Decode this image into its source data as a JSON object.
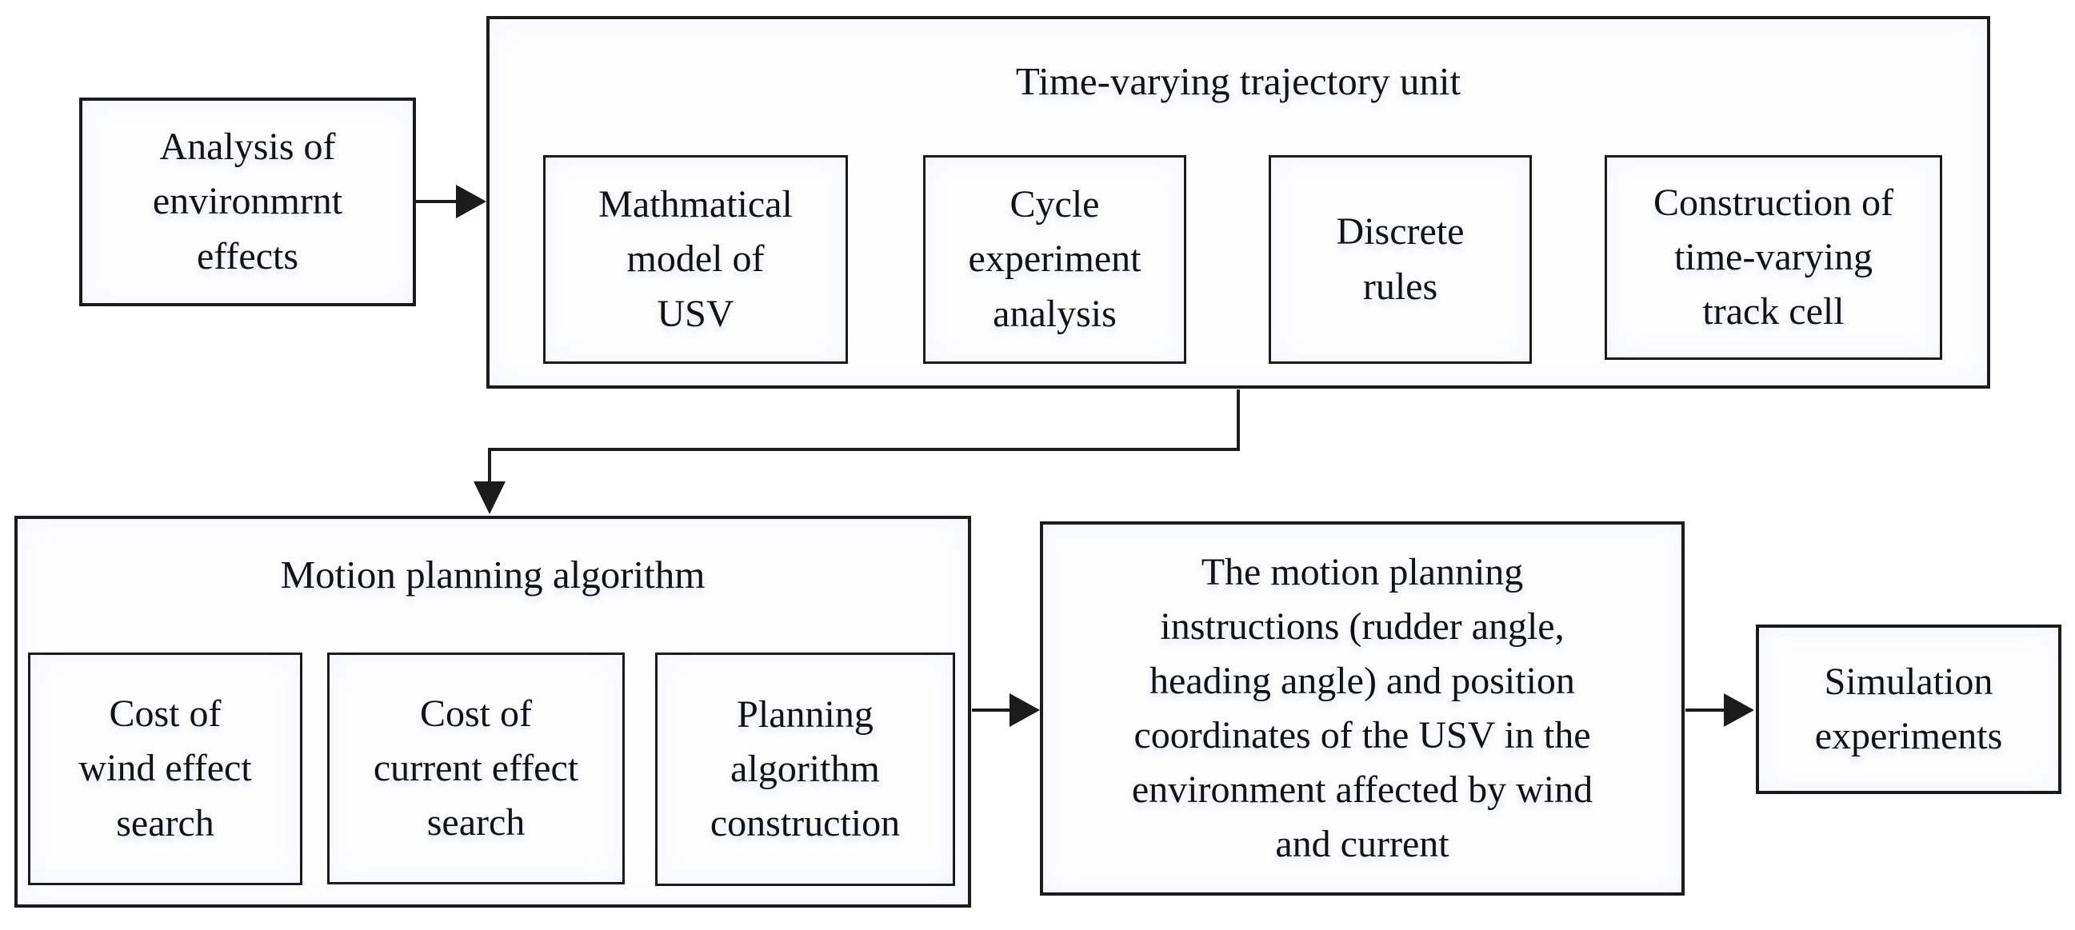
{
  "diagram": {
    "type": "flowchart",
    "colors": {
      "background": "#ffffff",
      "box_fill": "#fefeff",
      "border": "#1b1b1b",
      "text": "#121212"
    },
    "boxes": {
      "analysis": {
        "text": "Analysis of\nenvironmrnt\neffects"
      },
      "trajectory_unit": {
        "title": "Time-varying trajectory unit",
        "children": [
          {
            "text": "Mathmatical\nmodel of\nUSV"
          },
          {
            "text": "Cycle\nexperiment\nanalysis"
          },
          {
            "text": "Discrete\nrules"
          },
          {
            "text": "Construction of\ntime-varying\ntrack cell"
          }
        ]
      },
      "motion_planning": {
        "title": "Motion planning algorithm",
        "children": [
          {
            "text": "Cost of\nwind effect\nsearch"
          },
          {
            "text": "Cost of\ncurrent effect\nsearch"
          },
          {
            "text": "Planning\nalgorithm\nconstruction"
          }
        ]
      },
      "planning_output": {
        "text": "The motion planning\ninstructions (rudder angle,\nheading angle) and position\ncoordinates of the USV in the\nenvironment affected by wind\nand current"
      },
      "simulation": {
        "text": "Simulation\nexperiments"
      }
    }
  }
}
